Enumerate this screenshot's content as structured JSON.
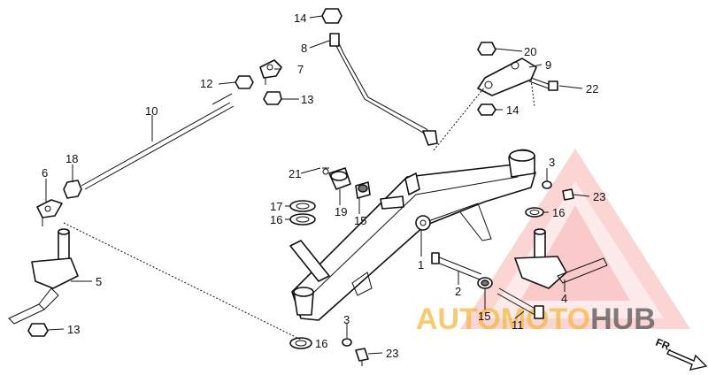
{
  "brand": {
    "name_part1": "AUTO",
    "name_part2": "MOTO",
    "name_part3": "HUB",
    "colors": {
      "triangle": "#ee3b3b",
      "letters_warm": "#f4b942",
      "letters_dark": "#555555"
    }
  },
  "direction_label": "FR.",
  "callouts": {
    "c1": "1",
    "c2a": "2",
    "c3a": "3",
    "c3b": "3",
    "c4": "4",
    "c5": "5",
    "c6": "6",
    "c7": "7",
    "c8": "8",
    "c9": "9",
    "c10": "10",
    "c11": "11",
    "c12": "12",
    "c13a": "13",
    "c13b": "13",
    "c14a": "14",
    "c14b": "14",
    "c15a": "15",
    "c15b": "15",
    "c16a": "16",
    "c16b": "16",
    "c16c": "16",
    "c17": "17",
    "c18": "18",
    "c19": "19",
    "c20": "20",
    "c21": "21",
    "c22": "22",
    "c23a": "23",
    "c23b": "23"
  }
}
